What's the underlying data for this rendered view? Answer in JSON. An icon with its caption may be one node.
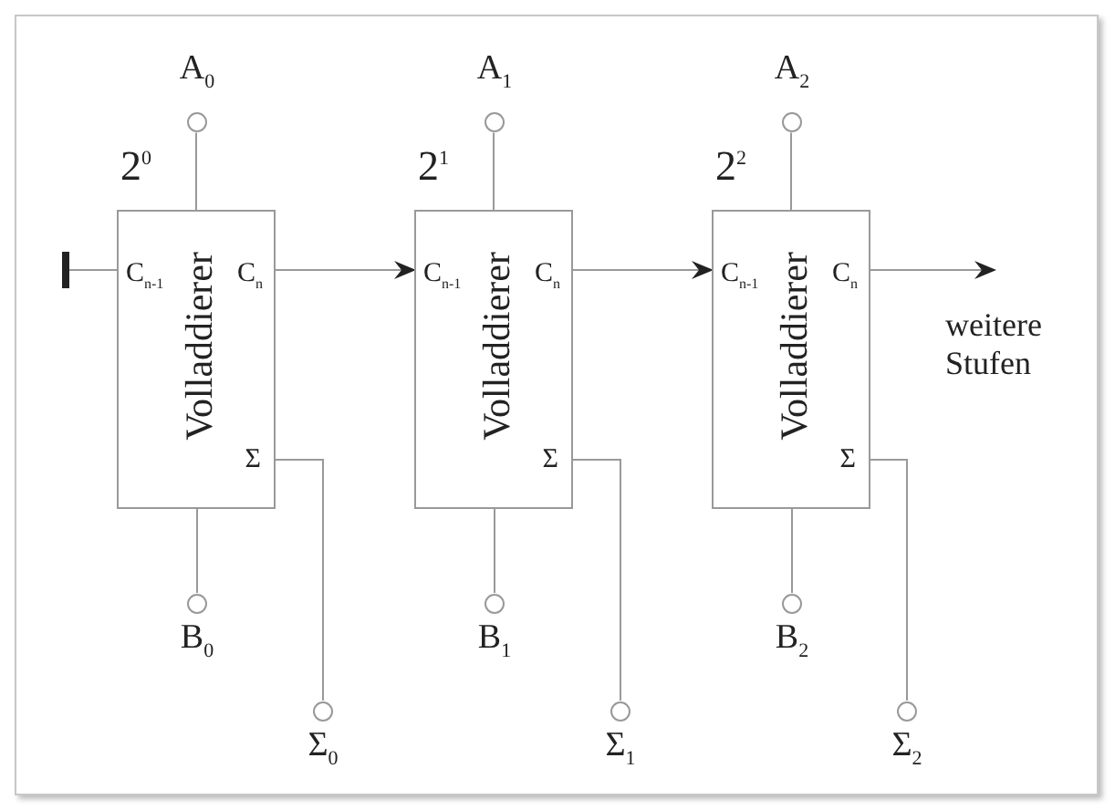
{
  "diagram": {
    "nodes": [
      {
        "text": [
          "A$_{0}$"
        ]
      },
      {
        "text": [
          "Volladdierer",
          "C$_{n-1}$",
          "C$_{n}$",
          "Σ"
        ],
        "beside": [
          "2$^{0}$"
        ]
      },
      {
        "text": [
          "B$_{0}$"
        ]
      },
      {
        "text": [
          "Σ$_{0}$"
        ]
      },
      {
        "text": [
          "A$_{1}$"
        ]
      },
      {
        "text": [
          "Volladdierer",
          "C$_{n-1}$",
          "C$_{n}$",
          "Σ"
        ],
        "beside": [
          "2$^{1}$"
        ]
      },
      {
        "text": [
          "B$_{1}$"
        ]
      },
      {
        "text": [
          "Σ$_{1}$"
        ]
      },
      {
        "text": [
          "A$_{2}$"
        ]
      },
      {
        "text": [
          "Volladdierer",
          "C$_{n-1}$",
          "C$_{n}$",
          "Σ"
        ],
        "beside": [
          "2$^{2}$"
        ]
      },
      {
        "text": [
          "B$_{2}$"
        ]
      },
      {
        "text": [
          "Σ$_{2}$"
        ]
      }
    ],
    "edges": [
      {
        "from": null,
        "to": 1,
        "arrow": "other"
      },
      {
        "from": 0,
        "to": 1,
        "arrow": "none"
      },
      {
        "from": 1,
        "to": 2,
        "arrow": "none"
      },
      {
        "from": 1,
        "to": 3,
        "arrow": "none"
      },
      {
        "from": 1,
        "to": 5,
        "arrow": "to"
      },
      {
        "from": 4,
        "to": 5,
        "arrow": "none"
      },
      {
        "from": 5,
        "to": 6,
        "arrow": "none"
      },
      {
        "from": 5,
        "to": 7,
        "arrow": "none"
      },
      {
        "from": 5,
        "to": 9,
        "arrow": "to"
      },
      {
        "from": 8,
        "to": 9,
        "arrow": "none"
      },
      {
        "from": 9,
        "to": 10,
        "arrow": "none"
      },
      {
        "from": 9,
        "to": 11,
        "arrow": "none"
      },
      {
        "from": 9,
        "to": null,
        "arrow": "to"
      }
    ],
    "labels": [
      "weitere Stufen"
    ]
  }
}
